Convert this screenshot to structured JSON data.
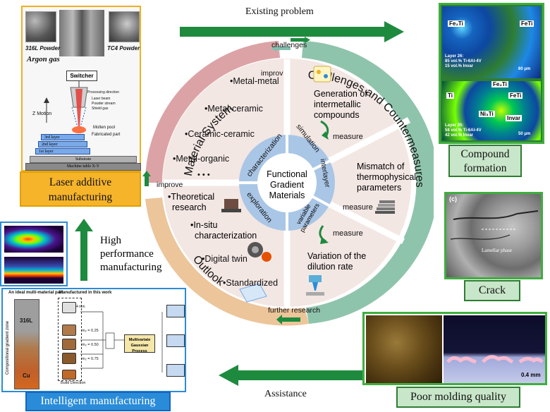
{
  "top": {
    "existing_problem": "Existing problem"
  },
  "bottom": {
    "assistance": "Assistance"
  },
  "left": {
    "high_performance": [
      "High",
      "performance",
      "manufacturing"
    ],
    "laser_label": [
      "Laser additive",
      "manufacturing"
    ],
    "intelligent_label": "Intelligent manufacturing",
    "laser_panel": {
      "powder_left": "316L Powder",
      "powder_right": "TC4 Powder",
      "argon": "Argon gas",
      "switcher": "Switcher",
      "z_motion": "Z Motion",
      "processing_direction": "Processing direction",
      "laser_beam": "Laser beam",
      "powder_stream": "Powder stream",
      "shield_gas": "Shield gas",
      "molten_pool": "Molten pool",
      "fabricated_part": "Fabricated part",
      "layers": [
        "3rd layer",
        "2nd layer",
        "1st layer"
      ],
      "substrate": "Substrate",
      "machine_table": "Machine table X-Y"
    },
    "intelligent_panel": {
      "ideal_part": "An ideal multi-material part",
      "manufactured": "Manufactured in this work",
      "material_top": "316L",
      "material_bottom": "Cu",
      "zone": "Compositional gradient zone",
      "build_direction": "Build Direction",
      "gp_box": "Multivariate Gaussian Process",
      "m_values": [
        "m₂ = 0.25",
        "m₂ = 0.50",
        "m₂ = 0.75"
      ],
      "scale": "4 mm"
    }
  },
  "right": {
    "compound_label": [
      "Compound",
      "formation"
    ],
    "crack_label": "Crack",
    "poor_label": "Poor molding quality",
    "compound_panel": {
      "fe2ti_top": "Fe₂Ti",
      "feti_top": "FeTi",
      "layer26": [
        "Layer 26:",
        "85 vol.% Ti-6Al-4V",
        "15 vol.% Invar"
      ],
      "scale_top": "60 μm",
      "fe2ti_mid": "Fe₂Ti",
      "ti": "Ti",
      "feti_mid": "FeTi",
      "ni3ti": "Ni₃Ti",
      "invar": "Invar",
      "layer35": [
        "Layer 35:",
        "58 vol.% Ti-6Al-4V",
        "42 vol.% Invar"
      ],
      "scale_bot": "50 μm"
    },
    "crack_panel": {
      "tag": "(c)",
      "lamellar": "Lamellar phase"
    },
    "poor_panel": {
      "scale": "0.4 mm"
    }
  },
  "wheel": {
    "center": [
      "Functional",
      "Gradient",
      "Materials"
    ],
    "inner_words": {
      "characterization": "characterization",
      "simulation": "simulation",
      "interlayer": "interlayer",
      "variable": [
        "variable",
        "parameters"
      ],
      "exploration": "exploration"
    },
    "arc_labels": {
      "material_system": "Material System",
      "challenges": "Challenges and Countermeasures",
      "outlook": "Outlook"
    },
    "material_items": [
      "•Metal-metal",
      "•Metal-ceramic",
      "•Ceramic-ceramic",
      "•Metal-organic",
      "• • •"
    ],
    "challenge_items": {
      "generation": [
        "Generation of",
        "intermetallic",
        "compounds"
      ],
      "mismatch": [
        "Mismatch of",
        "thermophysical",
        "parameters"
      ],
      "variation": [
        "Variation of the",
        "dilution rate"
      ]
    },
    "measure": [
      "measure",
      "measure",
      "measure"
    ],
    "outlook_items": {
      "theoretical": [
        "•Theoretical",
        "research"
      ],
      "insitu": [
        "•In-situ",
        "characterization"
      ],
      "digital": "•Digital twin",
      "standardized": "•Standardized"
    },
    "connectors": {
      "challenges": "challenges",
      "improv": "improv",
      "improve": "improve",
      "further_research": "further research"
    }
  },
  "colors": {
    "ring_material": "#dca3a6",
    "ring_challenges": "#8fc4ac",
    "ring_outlook": "#ecc59a",
    "inner_blue": "#a9c6e6",
    "disk": "#f3e7e3",
    "arrow_green": "#1e8a3e",
    "label_orange": "#f6b42a",
    "label_blue": "#2a8cd8"
  }
}
